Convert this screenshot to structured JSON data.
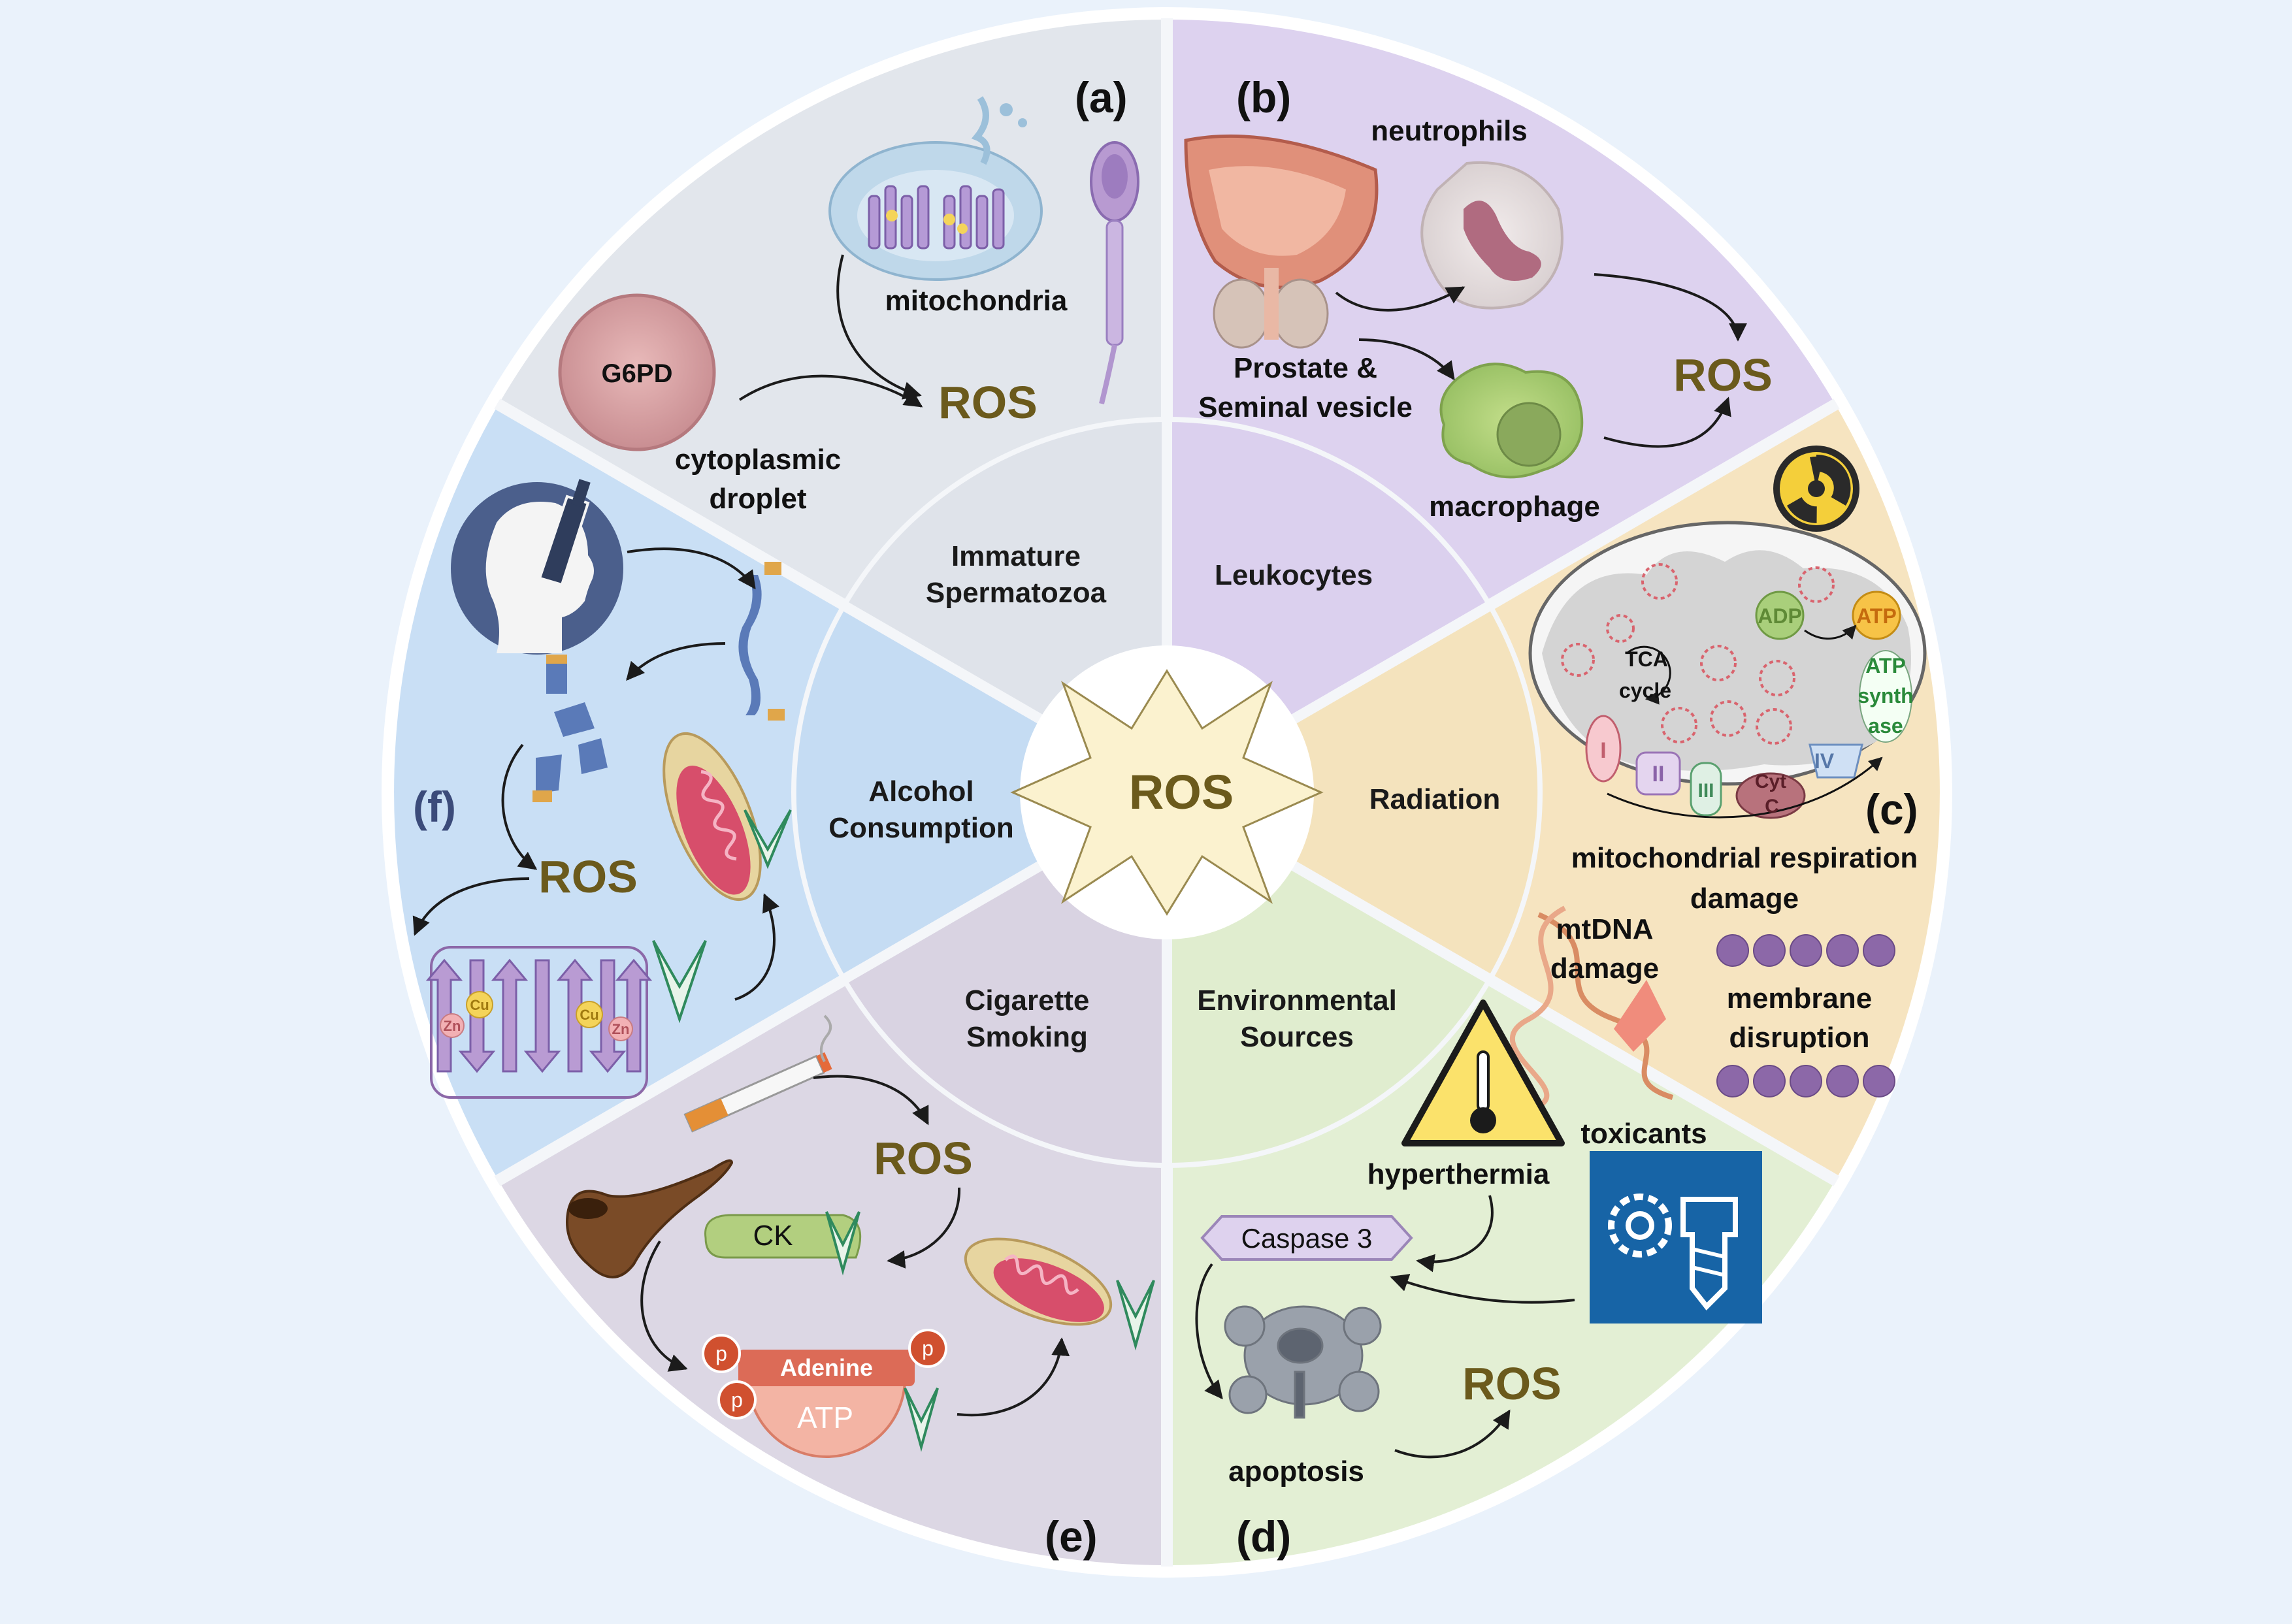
{
  "center": {
    "label": "ROS"
  },
  "panels": {
    "a": {
      "letter": "(a)",
      "category": [
        "Immature",
        "Spermatozoa"
      ],
      "labels": {
        "mitochondria": "mitochondria",
        "g6pd": "G6PD",
        "droplet": [
          "cytoplasmic",
          "droplet"
        ],
        "ros": "ROS"
      }
    },
    "b": {
      "letter": "(b)",
      "category": [
        "Leukocytes"
      ],
      "labels": {
        "neutrophils": "neutrophils",
        "prostate": [
          "Prostate &",
          "Seminal vesicle"
        ],
        "macrophage": "macrophage",
        "ros": "ROS"
      }
    },
    "c": {
      "letter": "(c)",
      "category": [
        "Radiation"
      ],
      "labels": {
        "tca": [
          "TCA",
          "cycle"
        ],
        "adp": "ADP",
        "atp": "ATP",
        "atp_synthase": [
          "ATP",
          "synth",
          "ase"
        ],
        "complexes": [
          "I",
          "II",
          "III",
          "IV"
        ],
        "cytc": [
          "Cyt",
          "C"
        ],
        "resp_damage": [
          "mitochondrial respiration",
          "damage"
        ],
        "mtdna": [
          "mtDNA",
          "damage"
        ],
        "membrane": [
          "membrane",
          "disruption"
        ]
      }
    },
    "d": {
      "letter": "(d)",
      "category": [
        "Environmental",
        "Sources"
      ],
      "labels": {
        "hyperthermia": "hyperthermia",
        "toxicants": "toxicants",
        "caspase": "Caspase 3",
        "apoptosis": "apoptosis",
        "ros": "ROS"
      }
    },
    "e": {
      "letter": "(e)",
      "category": [
        "Cigarette",
        "Smoking"
      ],
      "labels": {
        "ros": "ROS",
        "ck": "CK",
        "adenine": "Adenine",
        "atp": "ATP",
        "p": "p"
      }
    },
    "f": {
      "letter": "(f)",
      "category": [
        "Alcohol",
        "Consumption"
      ],
      "labels": {
        "ros": "ROS",
        "cu": "Cu",
        "zn": "Zn"
      }
    }
  },
  "colors": {
    "background": "#eaf2fb",
    "a": "#e2e6ec",
    "b": "#ddd2ef",
    "c": "#f6e4c0",
    "d": "#e3efd4",
    "e": "#dcd7e4",
    "f": "#c9dff5",
    "a_inner": "#dfe3ea",
    "b_inner": "#dbd0ee",
    "c_inner": "#f4e3bd",
    "d_inner": "#e0edcf",
    "e_inner": "#d9d3e2",
    "f_inner": "#c5dcf3",
    "ros_text": "#6b5a1c",
    "star_fill": "#fbf2cf"
  }
}
